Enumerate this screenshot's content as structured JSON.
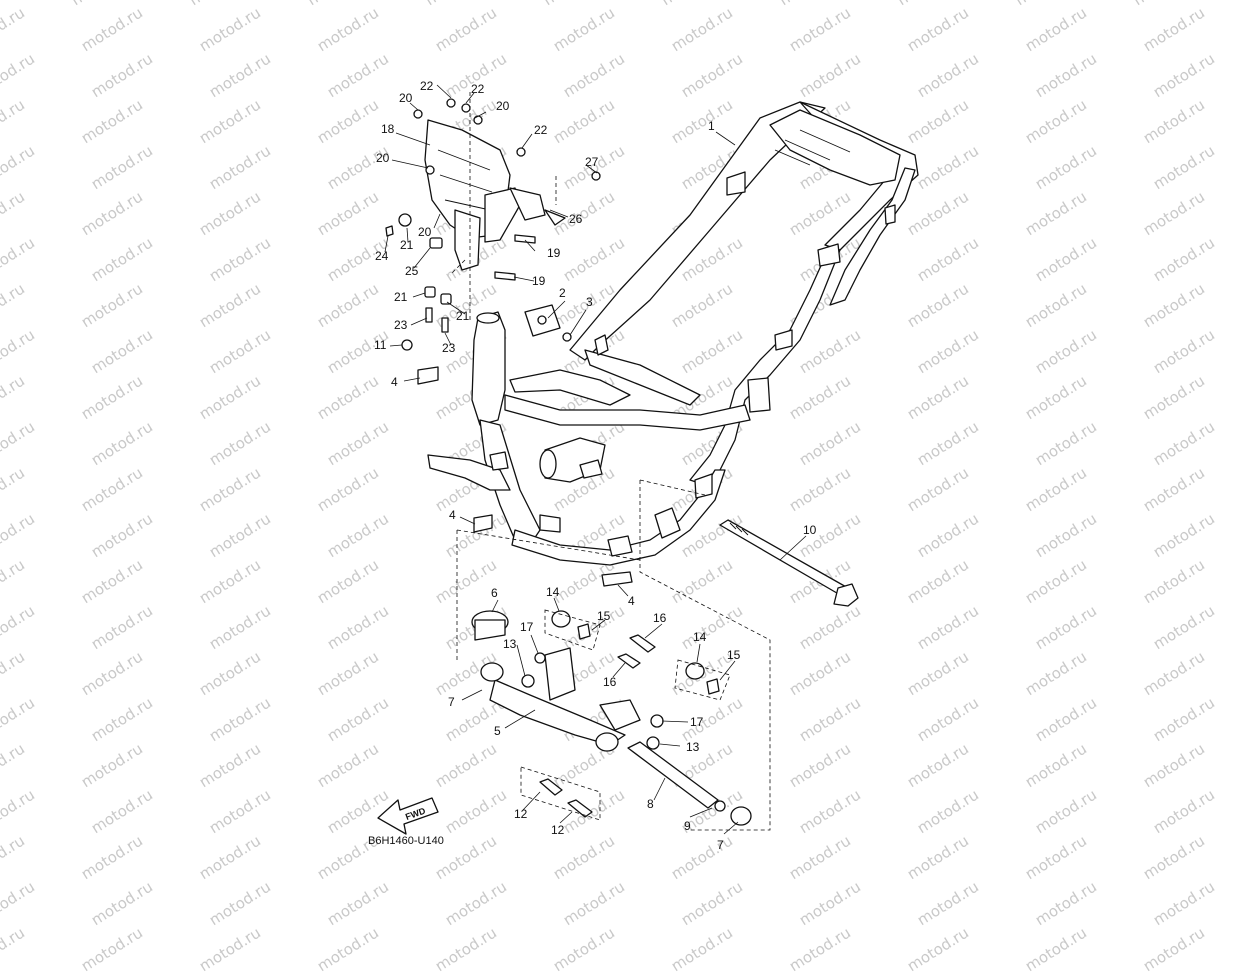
{
  "diagram": {
    "watermark_text": "motod.ru",
    "drawing_code": "B6H1460-U140",
    "fwd_label": "FWD",
    "callouts": [
      {
        "id": "c1",
        "label": "1"
      },
      {
        "id": "c2",
        "label": "2"
      },
      {
        "id": "c3",
        "label": "3"
      },
      {
        "id": "c4a",
        "label": "4"
      },
      {
        "id": "c4b",
        "label": "4"
      },
      {
        "id": "c4c",
        "label": "4"
      },
      {
        "id": "c5",
        "label": "5"
      },
      {
        "id": "c6",
        "label": "6"
      },
      {
        "id": "c7a",
        "label": "7"
      },
      {
        "id": "c7b",
        "label": "7"
      },
      {
        "id": "c8",
        "label": "8"
      },
      {
        "id": "c9",
        "label": "9"
      },
      {
        "id": "c10",
        "label": "10"
      },
      {
        "id": "c11",
        "label": "11"
      },
      {
        "id": "c12a",
        "label": "12"
      },
      {
        "id": "c12b",
        "label": "12"
      },
      {
        "id": "c13a",
        "label": "13"
      },
      {
        "id": "c13b",
        "label": "13"
      },
      {
        "id": "c14a",
        "label": "14"
      },
      {
        "id": "c14b",
        "label": "14"
      },
      {
        "id": "c15a",
        "label": "15"
      },
      {
        "id": "c15b",
        "label": "15"
      },
      {
        "id": "c16a",
        "label": "16"
      },
      {
        "id": "c16b",
        "label": "16"
      },
      {
        "id": "c17a",
        "label": "17"
      },
      {
        "id": "c17b",
        "label": "17"
      },
      {
        "id": "c18",
        "label": "18"
      },
      {
        "id": "c19a",
        "label": "19"
      },
      {
        "id": "c19b",
        "label": "19"
      },
      {
        "id": "c20a",
        "label": "20"
      },
      {
        "id": "c20b",
        "label": "20"
      },
      {
        "id": "c20c",
        "label": "20"
      },
      {
        "id": "c20d",
        "label": "20"
      },
      {
        "id": "c21a",
        "label": "21"
      },
      {
        "id": "c21b",
        "label": "21"
      },
      {
        "id": "c21c",
        "label": "21"
      },
      {
        "id": "c22a",
        "label": "22"
      },
      {
        "id": "c22b",
        "label": "22"
      },
      {
        "id": "c22c",
        "label": "22"
      },
      {
        "id": "c23a",
        "label": "23"
      },
      {
        "id": "c23b",
        "label": "23"
      },
      {
        "id": "c24",
        "label": "24"
      },
      {
        "id": "c25",
        "label": "25"
      },
      {
        "id": "c26",
        "label": "26"
      },
      {
        "id": "c27",
        "label": "27"
      }
    ]
  }
}
